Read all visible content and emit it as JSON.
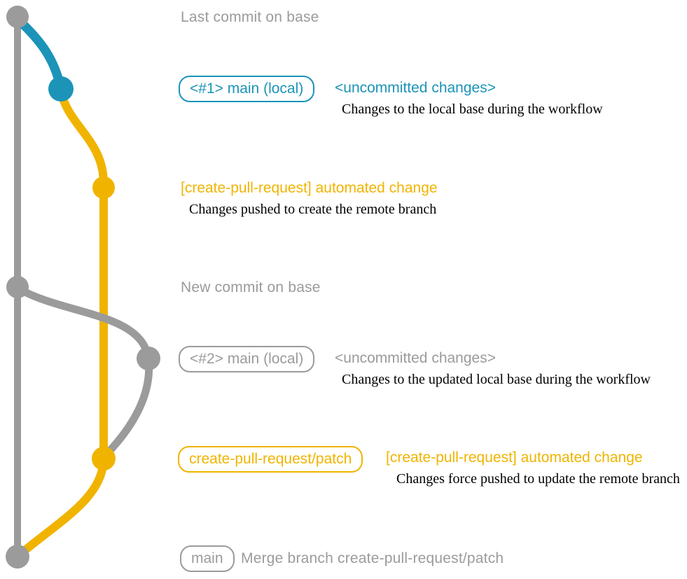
{
  "colors": {
    "gray": "#9b9b9b",
    "blue": "#1b94b8",
    "yellow": "#f0b400",
    "note": "#000000",
    "background": "#ffffff"
  },
  "annotations": {
    "last_commit": {
      "title": "Last commit on base"
    },
    "local_main_1": {
      "badge": "<#1> main (local)",
      "status": "<uncommitted changes>",
      "note": "Changes to the local base during the workflow"
    },
    "automated_change_1": {
      "title": "[create-pull-request] automated change",
      "note": "Changes pushed to create the remote branch"
    },
    "new_commit": {
      "title": "New commit on base"
    },
    "local_main_2": {
      "badge": "<#2> main (local)",
      "status": "<uncommitted changes>",
      "note": "Changes to the updated local base during the workflow"
    },
    "automated_change_2": {
      "badge": "create-pull-request/patch",
      "title": "[create-pull-request] automated change",
      "note": "Changes force pushed to update the remote branch"
    },
    "merge_commit": {
      "badge": "main",
      "title": "Merge branch create-pull-request/patch"
    }
  },
  "graph": {
    "commits": [
      {
        "name": "last-commit-on-base",
        "color": "gray"
      },
      {
        "name": "local-main-1-uncommitted",
        "color": "blue"
      },
      {
        "name": "automated-change-1",
        "color": "yellow"
      },
      {
        "name": "new-commit-on-base",
        "color": "gray"
      },
      {
        "name": "local-main-2-uncommitted",
        "color": "gray"
      },
      {
        "name": "automated-change-2-force-push",
        "color": "yellow"
      },
      {
        "name": "merge-commit",
        "color": "gray"
      }
    ]
  }
}
